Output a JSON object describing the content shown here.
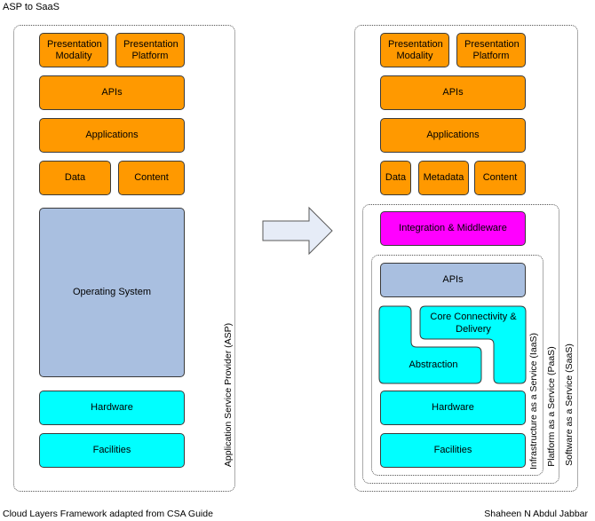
{
  "title": "ASP to SaaS",
  "footer_left": "Cloud Layers Framework adapted from CSA Guide",
  "footer_right": "Shaheen N Abdul Jabbar",
  "left": {
    "label": "Application Service Provider (ASP)",
    "presentation_modality": "Presentation Modality",
    "presentation_platform": "Presentation Platform",
    "apis": "APIs",
    "applications": "Applications",
    "data": "Data",
    "content": "Content",
    "operating_system": "Operating System",
    "hardware": "Hardware",
    "facilities": "Facilities"
  },
  "right": {
    "saas_label": "Software as a Service (SaaS)",
    "paas_label": "Platform as a Service (PaaS)",
    "iaas_label": "Infrastructure as a Service (IaaS)",
    "presentation_modality": "Presentation Modality",
    "presentation_platform": "Presentation Platform",
    "apis": "APIs",
    "applications": "Applications",
    "data": "Data",
    "metadata": "Metadata",
    "content": "Content",
    "integration_middleware": "Integration & Middleware",
    "apis_2": "APIs",
    "core_connectivity": "Core Connectivity & Delivery",
    "abstraction": "Abstraction",
    "hardware": "Hardware",
    "facilities": "Facilities"
  },
  "colors": {
    "orange": "#ff9900",
    "cyan": "#00ffff",
    "blue": "#a9bfe0",
    "magenta": "#ff00ff",
    "arrow_fill": "#e6ecf7"
  }
}
